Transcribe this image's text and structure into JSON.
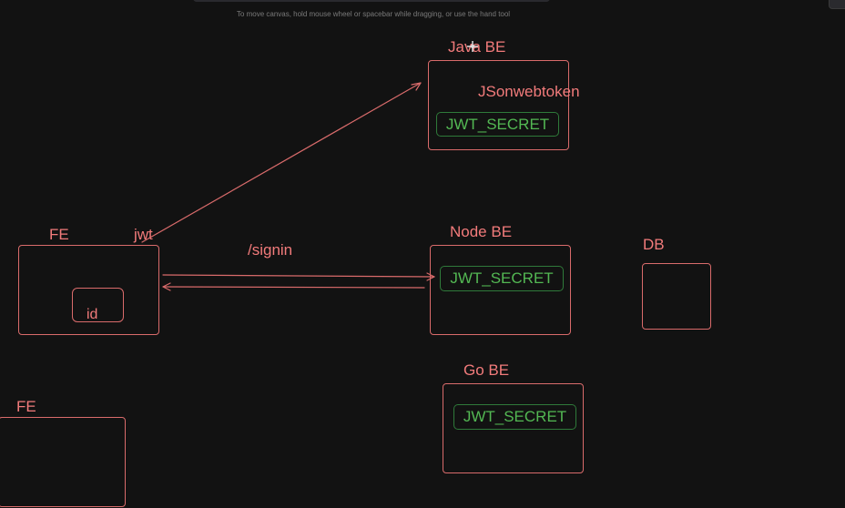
{
  "hint_text": "To move canvas, hold mouse wheel or spacebar while dragging, or use the hand tool",
  "labels": {
    "java_be": "Java BE",
    "jsonwebtoken": "JSonwebtoken",
    "node_be": "Node BE",
    "go_be": "Go BE",
    "db": "DB",
    "fe_top": "FE",
    "jwt": "jwt",
    "signin": "/signin",
    "id": "id",
    "fe_bottom": "FE"
  },
  "secrets": {
    "java": "JWT_SECRET",
    "node": "JWT_SECRET",
    "go": "JWT_SECRET"
  },
  "colors": {
    "background": "#121212",
    "stroke": "#d96b6b",
    "label": "#f27b7b",
    "secret_text": "#53b853",
    "secret_border": "#2f7a3a"
  }
}
